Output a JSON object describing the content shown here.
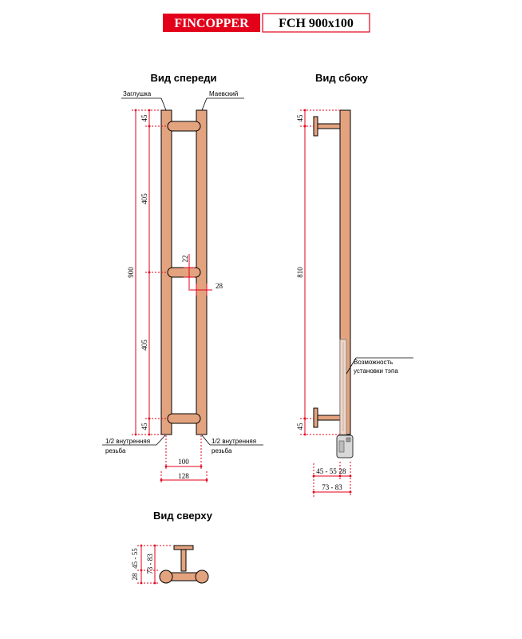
{
  "header": {
    "brand": "FINCOPPER",
    "model": "FCH 900x100",
    "brand_color": "#e3001b"
  },
  "views": {
    "front": "Вид спереди",
    "side": "Вид сбоку",
    "top": "Вид сверху"
  },
  "labels": {
    "plug": "Заглушка",
    "mayevsky": "Маевский",
    "thread1": "1/2 внутренняя",
    "thread2": "резьба",
    "heater1": "Возможность",
    "heater2": "установки тэпа"
  },
  "dims": {
    "d45": "45",
    "d405": "405",
    "d900": "900",
    "d22": "22",
    "d28": "28",
    "d100": "100",
    "d128": "128",
    "d810": "810",
    "d45_55": "45 - 55",
    "d73_83": "73 - 83"
  },
  "colors": {
    "copper": "#e3a37f",
    "dimension": "#e3001b"
  }
}
